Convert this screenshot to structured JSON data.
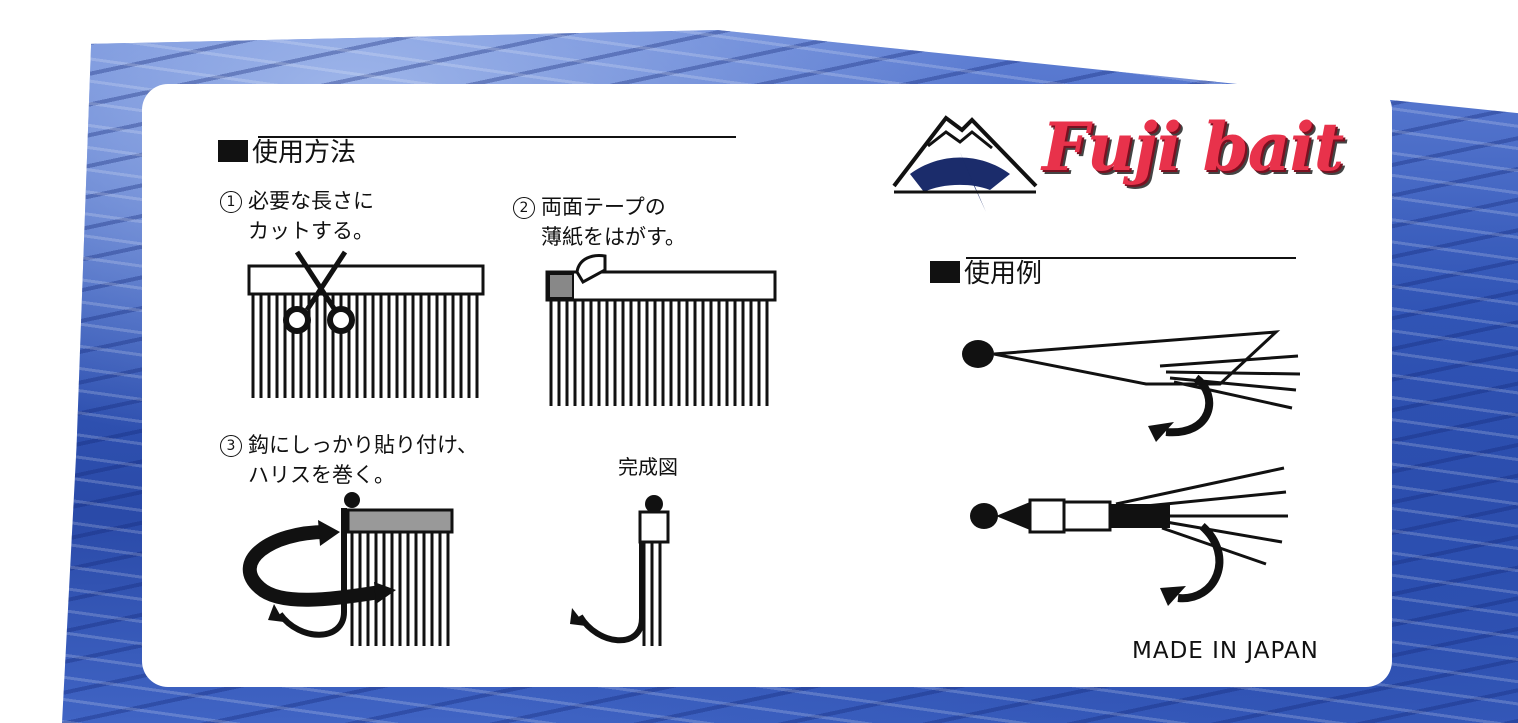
{
  "brand": {
    "name": "Fuji bait",
    "logo_icon": "mount-fuji-marlin-logo",
    "color": "#e8324b"
  },
  "instructions": {
    "heading": "使用方法",
    "step1": {
      "num": "1",
      "line1": "必要な長さに",
      "line2": "カットする。"
    },
    "step2": {
      "num": "2",
      "line1": "両面テープの",
      "line2": "薄紙をはがす。"
    },
    "step3": {
      "num": "3",
      "line1": "鈎にしっかり貼り付け、",
      "line2": "ハリスを巻く。"
    },
    "finished_label": "完成図"
  },
  "examples": {
    "heading": "使用例"
  },
  "footer": {
    "origin": "MADE IN JAPAN"
  },
  "colors": {
    "ocean": "#3357b8",
    "ink": "#111111"
  }
}
